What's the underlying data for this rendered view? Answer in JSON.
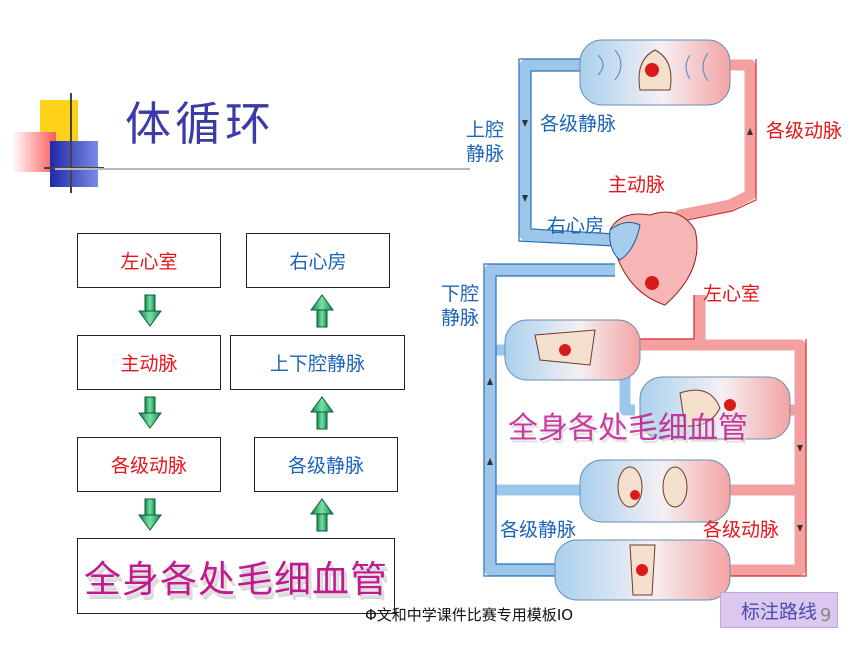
{
  "title": "体循环",
  "flowchart": {
    "left": [
      "左心室",
      "主动脉",
      "各级动脉"
    ],
    "right": [
      "右心房",
      "上下腔静脉",
      "各级静脉"
    ],
    "capillaries": "全身各处毛细血管"
  },
  "diagram_labels": {
    "upper_vena_cava": "上腔\n静脉",
    "veins_top": "各级静脉",
    "arteries_top": "各级动脉",
    "aorta": "主动脉",
    "right_atrium": "右心房",
    "lower_vena_cava": "下腔\n静脉",
    "left_ventricle": "左心室",
    "capillaries_watermark": "全身各处毛细血管",
    "veins_bottom": "各级静脉",
    "arteries_bottom": "各级动脉"
  },
  "footer_text": "Φ文和中学课件比赛专用模板",
  "footer_suffix": "IO",
  "page_number": "9",
  "annotate_button": "标注路线",
  "colors": {
    "artery": "#e8141a",
    "vein": "#1c64b9",
    "capillary_text": "#c01a8e",
    "arrow": "#22b573"
  }
}
